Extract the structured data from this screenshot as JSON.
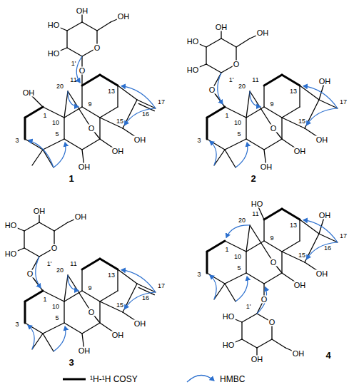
{
  "diagram": {
    "labels": [
      "OH",
      "HO",
      "HO",
      "OH",
      "O",
      "1'",
      "O",
      "O",
      "OH",
      "OH",
      "OH",
      "OH",
      "1",
      "3",
      "5",
      "9",
      "10",
      "11",
      "13",
      "15",
      "16",
      "17",
      "20",
      "1",
      "OH",
      "HO",
      "HO",
      "OH",
      "O",
      "1'",
      "O",
      "O",
      "OH",
      "OH",
      "OH",
      "OH",
      "1",
      "3",
      "5",
      "9",
      "10",
      "11",
      "13",
      "15",
      "17",
      "20",
      "2",
      "OH",
      "HO",
      "HO",
      "OH",
      "O",
      "1'",
      "O",
      "O",
      "OH",
      "OH",
      "OH",
      "1",
      "3",
      "5",
      "9",
      "10",
      "11",
      "13",
      "15",
      "16",
      "17",
      "20",
      "3",
      "OH",
      "HO",
      "HO",
      "OH",
      "O",
      "1'",
      "O",
      "O",
      "HO",
      "OH",
      "OH",
      "OH",
      "1",
      "3",
      "5",
      "9",
      "10",
      "11",
      "13",
      "15",
      "16",
      "17",
      "20",
      "4"
    ],
    "legend": [
      {
        "text": "¹H-¹H COSY"
      },
      {
        "text": "HMBC"
      }
    ]
  }
}
